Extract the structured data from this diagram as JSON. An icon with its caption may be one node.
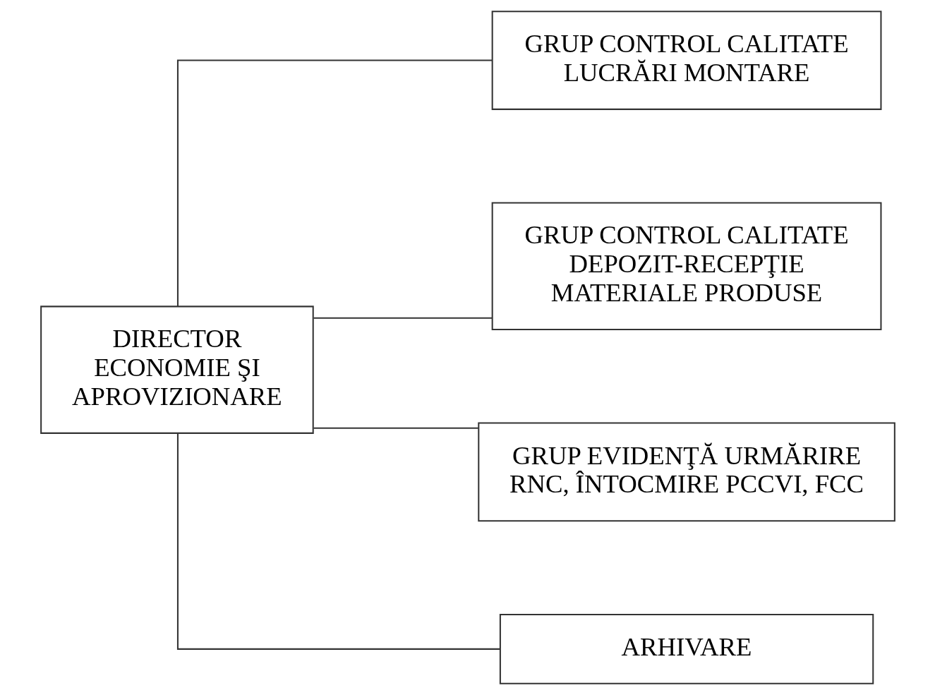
{
  "diagram": {
    "nodes": [
      {
        "text": [
          "DIRECTOR ECONOMIE ŞI APROVIZIONARE"
        ]
      },
      {
        "text": [
          "GRUP CONTROL CALITATE LUCRĂRI MONTARE"
        ]
      },
      {
        "text": [
          "GRUP CONTROL CALITATE DEPOZIT-RECEPŢIE MATERIALE PRODUSE"
        ]
      },
      {
        "text": [
          "GRUP EVIDENŢĂ URMĂRIRE RNC, ÎNTOCMIRE PCCVI, FCC"
        ]
      },
      {
        "text": [
          "ARHIVARE"
        ]
      }
    ],
    "edges": [
      {
        "from": 0,
        "to": 1,
        "arrow": "none"
      },
      {
        "from": 0,
        "to": 2,
        "arrow": "none"
      },
      {
        "from": 0,
        "to": 3,
        "arrow": "none"
      },
      {
        "from": 0,
        "to": 4,
        "arrow": "none"
      }
    ]
  }
}
